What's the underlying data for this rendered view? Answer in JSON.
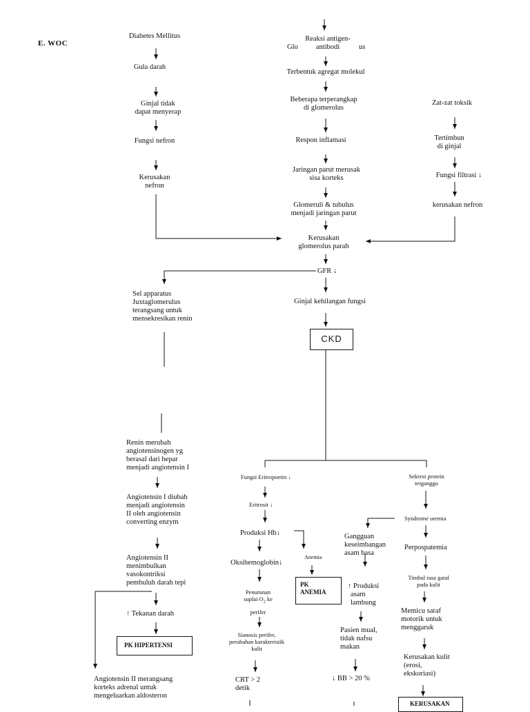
{
  "section_title": "E. WOC",
  "nodes": {
    "dm": "Diabetes Mellitus",
    "gula": "Gula darah",
    "ginjal_tidak_1": "Ginjal tidak",
    "ginjal_tidak_2": "dapat menyerap",
    "fungsi_nefron": "Fungsi nefron",
    "kerusakan_nefron_1": "Kerusakan",
    "kerusakan_nefron_2": "nefron",
    "glomerulonefritis_left": "Glo",
    "glomerulonefritis_right": "us",
    "reaksi_1": "Reaksi antigen-",
    "reaksi_2": "antibodi",
    "agregat": "Terbentuk agregat molekul",
    "terperangkap_1": "Beberapa terperangkap",
    "terperangkap_2": "di glomerolus",
    "inflamasi": "Respon inflamasi",
    "parut_1": "Jaringan parut merusak",
    "parut_2": "sisa korteks",
    "glomeruli_1": "Glomeruli & tubulus",
    "glomeruli_2": "menjadi jaringan parut",
    "zat_toksik": "Zat-zat  toksik",
    "tertimbun_1": "Tertimbun",
    "tertimbun_2": "di ginjal",
    "filtrasi": "Fungsi filtrasi ↓",
    "kerusakan_nefron_right": "kerusakan nefron",
    "kerusakan_glom_1": "Kerusakan",
    "kerusakan_glom_2": "glomerolus parah",
    "gfr": "GFR ↓",
    "kehilangan": "Ginjal kehilangan fungsi",
    "ckd": "CKD",
    "sel_1": "Sel apparatus",
    "sel_2": "Juxtaglomerulus",
    "sel_3": "terangsang untuk",
    "sel_4": "mensekresikan renin",
    "renin_1": "Renin merubah",
    "renin_2": "angiotensinogen yg",
    "renin_3": "berasal dari hepar",
    "renin_4": "menjadi angiotensin I",
    "ang1_1": "Angiotensin I diubah",
    "ang1_2": "menjadi angiotensin",
    "ang1_3": "II oleh angiotensin",
    "ang1_4": "converting enzym",
    "ang2_1": "Angiotensin II",
    "ang2_2": "menimbulkan",
    "ang2_3": "vasokontriksi",
    "ang2_4": "pembuluh darah tepi",
    "tekanan": "↑ Tekanan darah",
    "pk_hipertensi": "PK HIPERTENSI",
    "aldo_1": "Angiotensin II merangsang",
    "aldo_2": "korteks adrenal untuk",
    "aldo_3": "mengeluarkan aldosteron",
    "eritro": "Fungsi Eritropoetin ↓",
    "eritrosit": "Eritrosit ↓",
    "hb": "Produksi Hb↓",
    "oksi": "Oksihemoglobin↓",
    "anemia": "Anemia",
    "pk_anemia_1": "PK",
    "pk_anemia_2": "ANEMIA",
    "suplai_1": "Penurunan",
    "suplai_2": "suplai O",
    "suplai_3": "ke",
    "suplai_4": "perifer",
    "sianosis_1": "Sianosis perifer,",
    "sianosis_2": "perubahan karakteristik",
    "sianosis_3": "kulit",
    "crt_1": "CRT > 2",
    "crt_2": "detik",
    "gangguan_1": "Gangguan",
    "gangguan_2": "keseimbangan",
    "gangguan_3": "asam basa",
    "asam_1": "↑ Produksi",
    "asam_2": "asam",
    "asam_3": "lambung",
    "mual_1": "Pasien mual,",
    "mual_2": "tidak nafsu",
    "mual_3": "makan",
    "bb": "↓ BB > 20 %",
    "sekresi_1": "Sekresi protein",
    "sekresi_2": "terganggu",
    "uremia": "Syndrome uremia",
    "perpospatemia": "Perpospatemia",
    "gatal_1": "Timbul rasa gatal",
    "gatal_2": "pada kulit",
    "saraf_1": "Memicu saraf",
    "saraf_2": "motorik untuk",
    "saraf_3": "menggaruk",
    "kulit_1": "Kerusakan kulit",
    "kulit_2": "(erosi,",
    "kulit_3": "ekskoriasi)",
    "kerusakan_box": "KERUSAKAN"
  }
}
